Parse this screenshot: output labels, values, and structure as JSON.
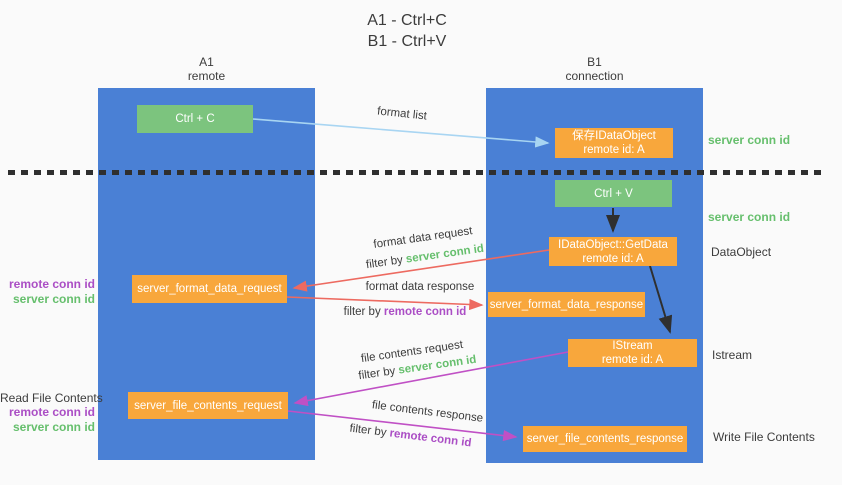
{
  "title": {
    "line1": "A1 - Ctrl+C",
    "line2": "B1 - Ctrl+V"
  },
  "lanes": {
    "a1": {
      "name": "A1",
      "role": "remote"
    },
    "b1": {
      "name": "B1",
      "role": "connection"
    }
  },
  "nodes": {
    "ctrl_c": {
      "label": "Ctrl + C"
    },
    "ctrl_v": {
      "label": "Ctrl + V"
    },
    "save_idataobject": {
      "line1": "保存IDataObject",
      "line2": "remote id: A"
    },
    "idataobject_getdata": {
      "line1": "IDataObject::GetData",
      "line2": "remote id: A"
    },
    "server_format_data_request": {
      "label": "server_format_data_request"
    },
    "server_format_data_response": {
      "label": "server_format_data_response"
    },
    "istream": {
      "line1": "IStream",
      "line2": "remote id: A"
    },
    "server_file_contents_request": {
      "label": "server_file_contents_request"
    },
    "server_file_contents_response": {
      "label": "server_file_contents_response"
    }
  },
  "arrow_labels": {
    "format_list": "format list",
    "format_data_request": "format data request",
    "format_data_response": "format data response",
    "file_contents_request": "file contents request",
    "file_contents_response": "file contents response",
    "filter_by": "filter by ",
    "server_conn_id": "server conn id",
    "remote_conn_id": "remote conn id"
  },
  "side_labels": {
    "server_conn_id_right_top": "server conn id",
    "server_conn_id_right_mid": "server conn id",
    "dataobject": "DataObject",
    "istream": "Istream",
    "write_file_contents": "Write File Contents",
    "read_file_contents": "Read File Contents",
    "remote_conn_id_left": "remote conn id",
    "server_conn_id_left": "server conn id"
  },
  "colors": {
    "lane_blue": "#4a80d5",
    "node_green": "#7cc47e",
    "node_orange": "#f8a73c",
    "arrow_light_blue": "#a8d5f2",
    "arrow_red": "#ed6a60",
    "arrow_magenta": "#c050c5",
    "arrow_black": "#2f2f2f",
    "text_green": "#66bf6d",
    "text_purple": "#ab4ec5",
    "text_dark": "#3c3c3c",
    "background": "#fafafa"
  }
}
